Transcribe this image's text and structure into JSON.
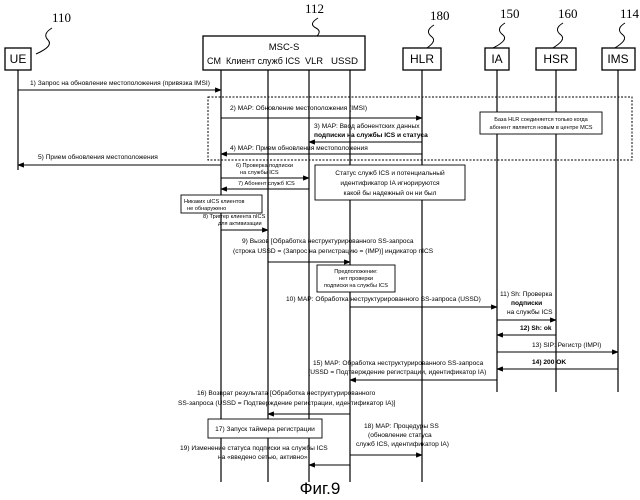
{
  "figure": {
    "caption": "Фиг.9"
  },
  "refs": {
    "ue": "110",
    "msc": "112",
    "hlr": "180",
    "ia": "150",
    "hsr": "160",
    "ims": "114"
  },
  "entities": {
    "ue": "UE",
    "msc": "MSC-S",
    "msc_parts": [
      "CM",
      "Клиент служб ICS",
      "VLR",
      "USSD"
    ],
    "hlr": "HLR",
    "ia": "IA",
    "hsr": "HSR",
    "ims": "IMS"
  },
  "messages": {
    "m1": "1) Запрос на обновление местоположения (привязка IMSI)",
    "m2": "2) MAP: Обновление местоположения (IMSI)",
    "m3": [
      "3) MAP: Ввод абонентских данных",
      "подписки на службы ICS и статуса"
    ],
    "m4": "4) MAP: Прием обновления местоположения",
    "m5": "5) Прием обновления местоположения",
    "m6": [
      "6) Проверка подписки",
      "на службы ICS"
    ],
    "m7": "7) Абонент служб ICS",
    "m8": [
      "8) Триггер клиента nICS",
      "для активизации"
    ],
    "m9": [
      "9) Вызов [Обработка неструктурированного SS-запроса",
      "(строка USSD = (Запрос на регистрацию = (IMP)] индикатор nICS"
    ],
    "m10": "10) MAP: Обработка неструктурированного SS-запроса (USSD)",
    "m11": [
      "11) Sh: Проверка",
      "подписки",
      "на службы ICS"
    ],
    "m12": "12) Sh: ok",
    "m13": "13) SIP: Регистр (IMPI)",
    "m14": "14) 200 OK",
    "m15": [
      "15) MAP: Обработка неструктурированного SS-запроса",
      "(USSD = Подтверждение регистрации, идентификатор IA)"
    ],
    "m16": [
      "16) Возврат результата [Обработка неструктурированного",
      "SS-запроса (USSD = Подтверждение регистрации, идентификатор IA)]"
    ],
    "m18": [
      "18) MAP: Процедуры SS",
      "(обновление статуса",
      "служб ICS, идентификатор IA)"
    ],
    "m19": [
      "19) Изменение статуса подписки на службы ICS",
      "на «введено сетью, активно»"
    ]
  },
  "notes": {
    "hlr_note": [
      "База HLR соединяется только когда",
      "абонент является новым в центре MCS"
    ],
    "status_note": [
      "Статус служб ICS и потенциальный",
      "идентификатор IA игнорируются",
      "какой бы надежный он ни был"
    ],
    "no_clients": [
      "Никаких uICS клиентов",
      "не обнаружено"
    ],
    "assumption": [
      "Предположение:",
      "нет проверки",
      "подписки на службы ICS"
    ],
    "timer": "17) Запуск таймера регистрации"
  }
}
